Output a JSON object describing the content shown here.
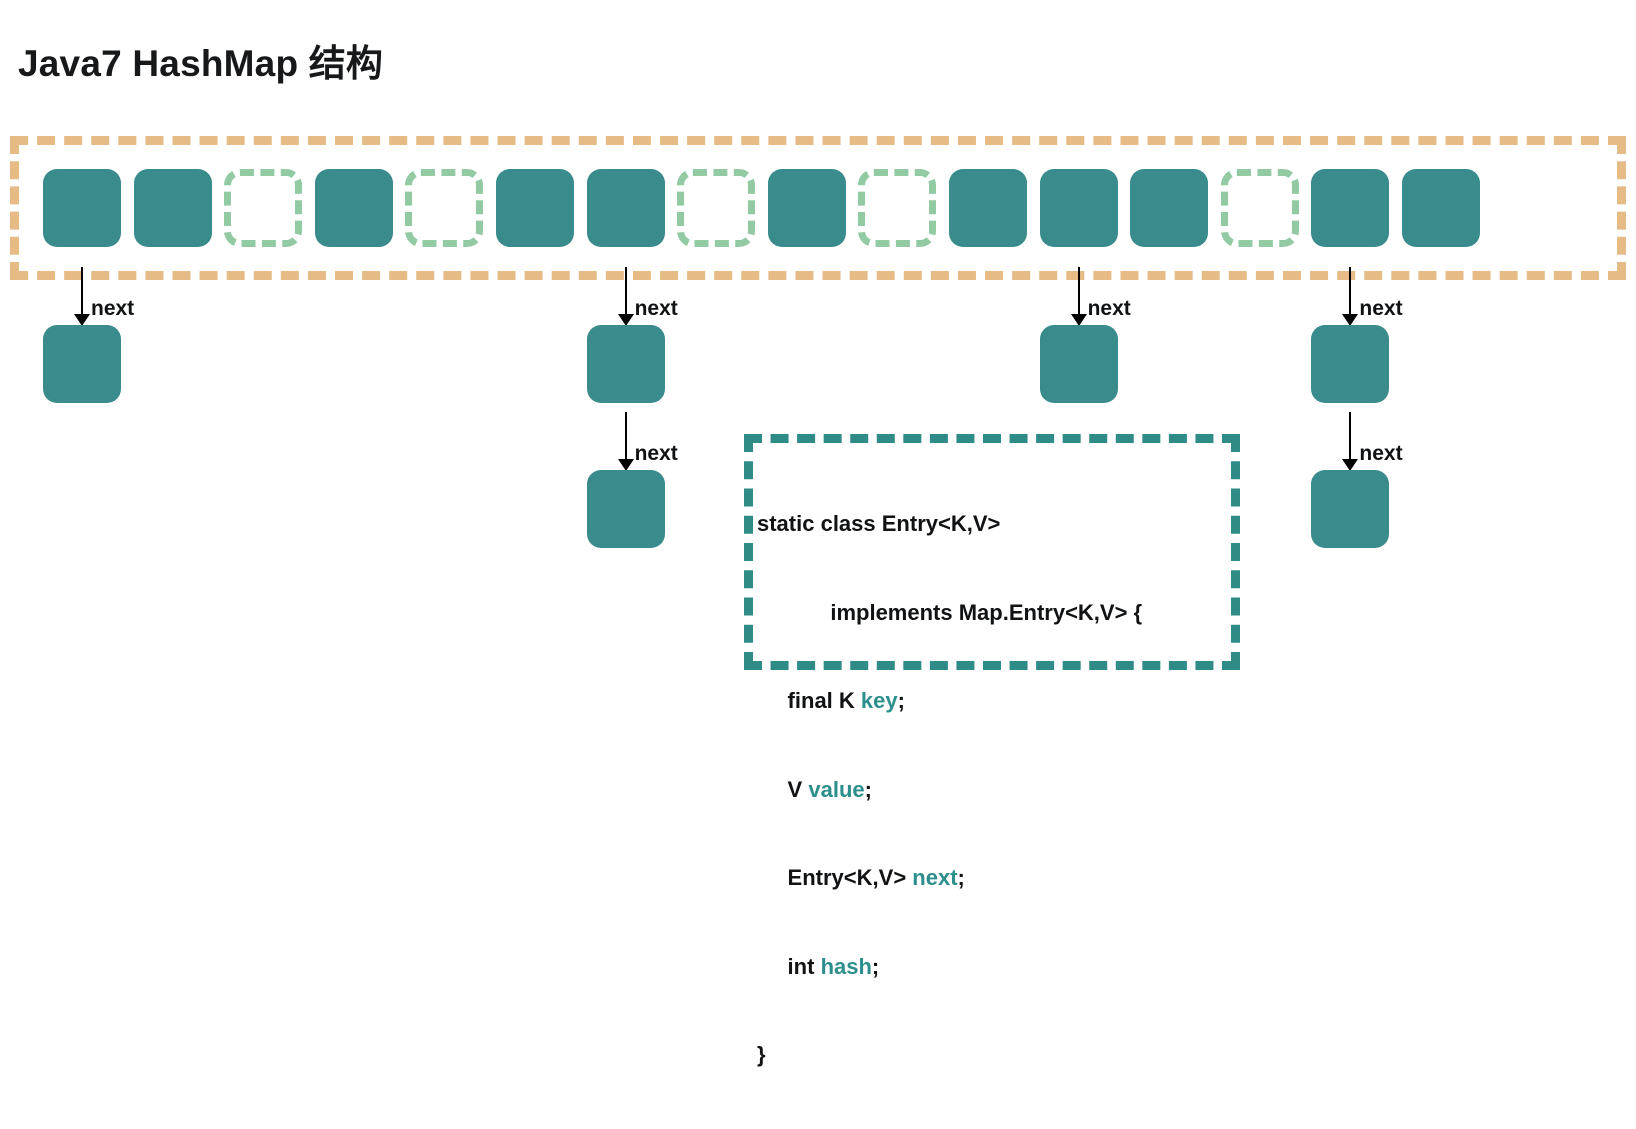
{
  "title": "Java7 HashMap 结构",
  "colors": {
    "node_fill": "#3a8c8c",
    "array_border": "#e7bb86",
    "empty_slot_border": "#92cba3",
    "code_border": "#2e8b86",
    "code_field": "#2d8f8c",
    "text": "#101214",
    "background": "#ffffff"
  },
  "array": {
    "name": "hashmap-bucket-array",
    "slot_count": 16,
    "slots": [
      {
        "index": 0,
        "state": "filled"
      },
      {
        "index": 1,
        "state": "filled"
      },
      {
        "index": 2,
        "state": "empty"
      },
      {
        "index": 3,
        "state": "filled"
      },
      {
        "index": 4,
        "state": "empty"
      },
      {
        "index": 5,
        "state": "filled"
      },
      {
        "index": 6,
        "state": "filled"
      },
      {
        "index": 7,
        "state": "empty"
      },
      {
        "index": 8,
        "state": "filled"
      },
      {
        "index": 9,
        "state": "empty"
      },
      {
        "index": 10,
        "state": "filled"
      },
      {
        "index": 11,
        "state": "filled"
      },
      {
        "index": 12,
        "state": "filled"
      },
      {
        "index": 13,
        "state": "empty"
      },
      {
        "index": 14,
        "state": "filled"
      },
      {
        "index": 15,
        "state": "filled"
      }
    ]
  },
  "chains": [
    {
      "bucket": 0,
      "nodes": 1,
      "arrow_labels": [
        "next"
      ]
    },
    {
      "bucket": 6,
      "nodes": 2,
      "arrow_labels": [
        "next",
        "next"
      ]
    },
    {
      "bucket": 11,
      "nodes": 1,
      "arrow_labels": [
        "next"
      ]
    },
    {
      "bucket": 14,
      "nodes": 2,
      "arrow_labels": [
        "next",
        "next"
      ]
    }
  ],
  "arrow_label": "next",
  "code": {
    "name": "entry-class-definition",
    "lines": [
      "static class Entry<K,V>",
      "            implements Map.Entry<K,V> {",
      "     final K ",
      "     V ",
      "     Entry<K,V> ",
      "     int ",
      "}"
    ],
    "line1": "static class Entry<K,V>",
    "line2": "            implements Map.Entry<K,V> {",
    "line3_pre": "     final K ",
    "line3_field": "key",
    "line3_post": ";",
    "line4_pre": "     V ",
    "line4_field": "value",
    "line4_post": ";",
    "line5_pre": "     Entry<K,V> ",
    "line5_field": "next",
    "line5_post": ";",
    "line6_pre": "     int ",
    "line6_field": "hash",
    "line6_post": ";",
    "line7": "}"
  }
}
